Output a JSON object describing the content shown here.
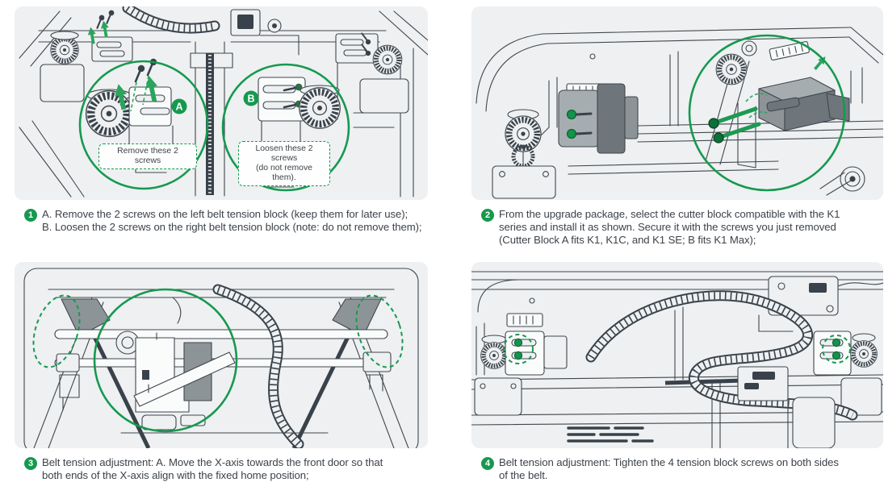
{
  "page": {
    "background": "#ffffff",
    "panel_background": "#eef0f2",
    "accent_green": "#16994f",
    "arrow_green": "#2ba45c",
    "line_color": "#40474d",
    "dark_fill": "#39424a",
    "gray_block": "#8d9498",
    "text_color": "#3d434a"
  },
  "steps": [
    {
      "number": "1",
      "text": "A. Remove the 2 screws on the left belt tension block (keep them for later use);\nB. Loosen the 2 screws on the right belt tension block (note: do not remove them);"
    },
    {
      "number": "2",
      "text": "From the upgrade package, select the cutter block compatible with the K1\nseries and install it as shown. Secure it with the screws you just removed\n(Cutter Block A fits K1, K1C, and K1 SE; B fits K1 Max);"
    },
    {
      "number": "3",
      "text": "Belt tension adjustment: A. Move the X-axis towards the front door so that\nboth ends of the X-axis align with the fixed home position;"
    },
    {
      "number": "4",
      "text": "Belt tension adjustment: Tighten the 4 tension block screws on both sides\nof the belt."
    }
  ],
  "panel1": {
    "marker_a": "A",
    "marker_b": "B",
    "callout_a": "Remove these 2 screws",
    "callout_b": "Loosen these 2 screws\n(do not remove them)."
  }
}
